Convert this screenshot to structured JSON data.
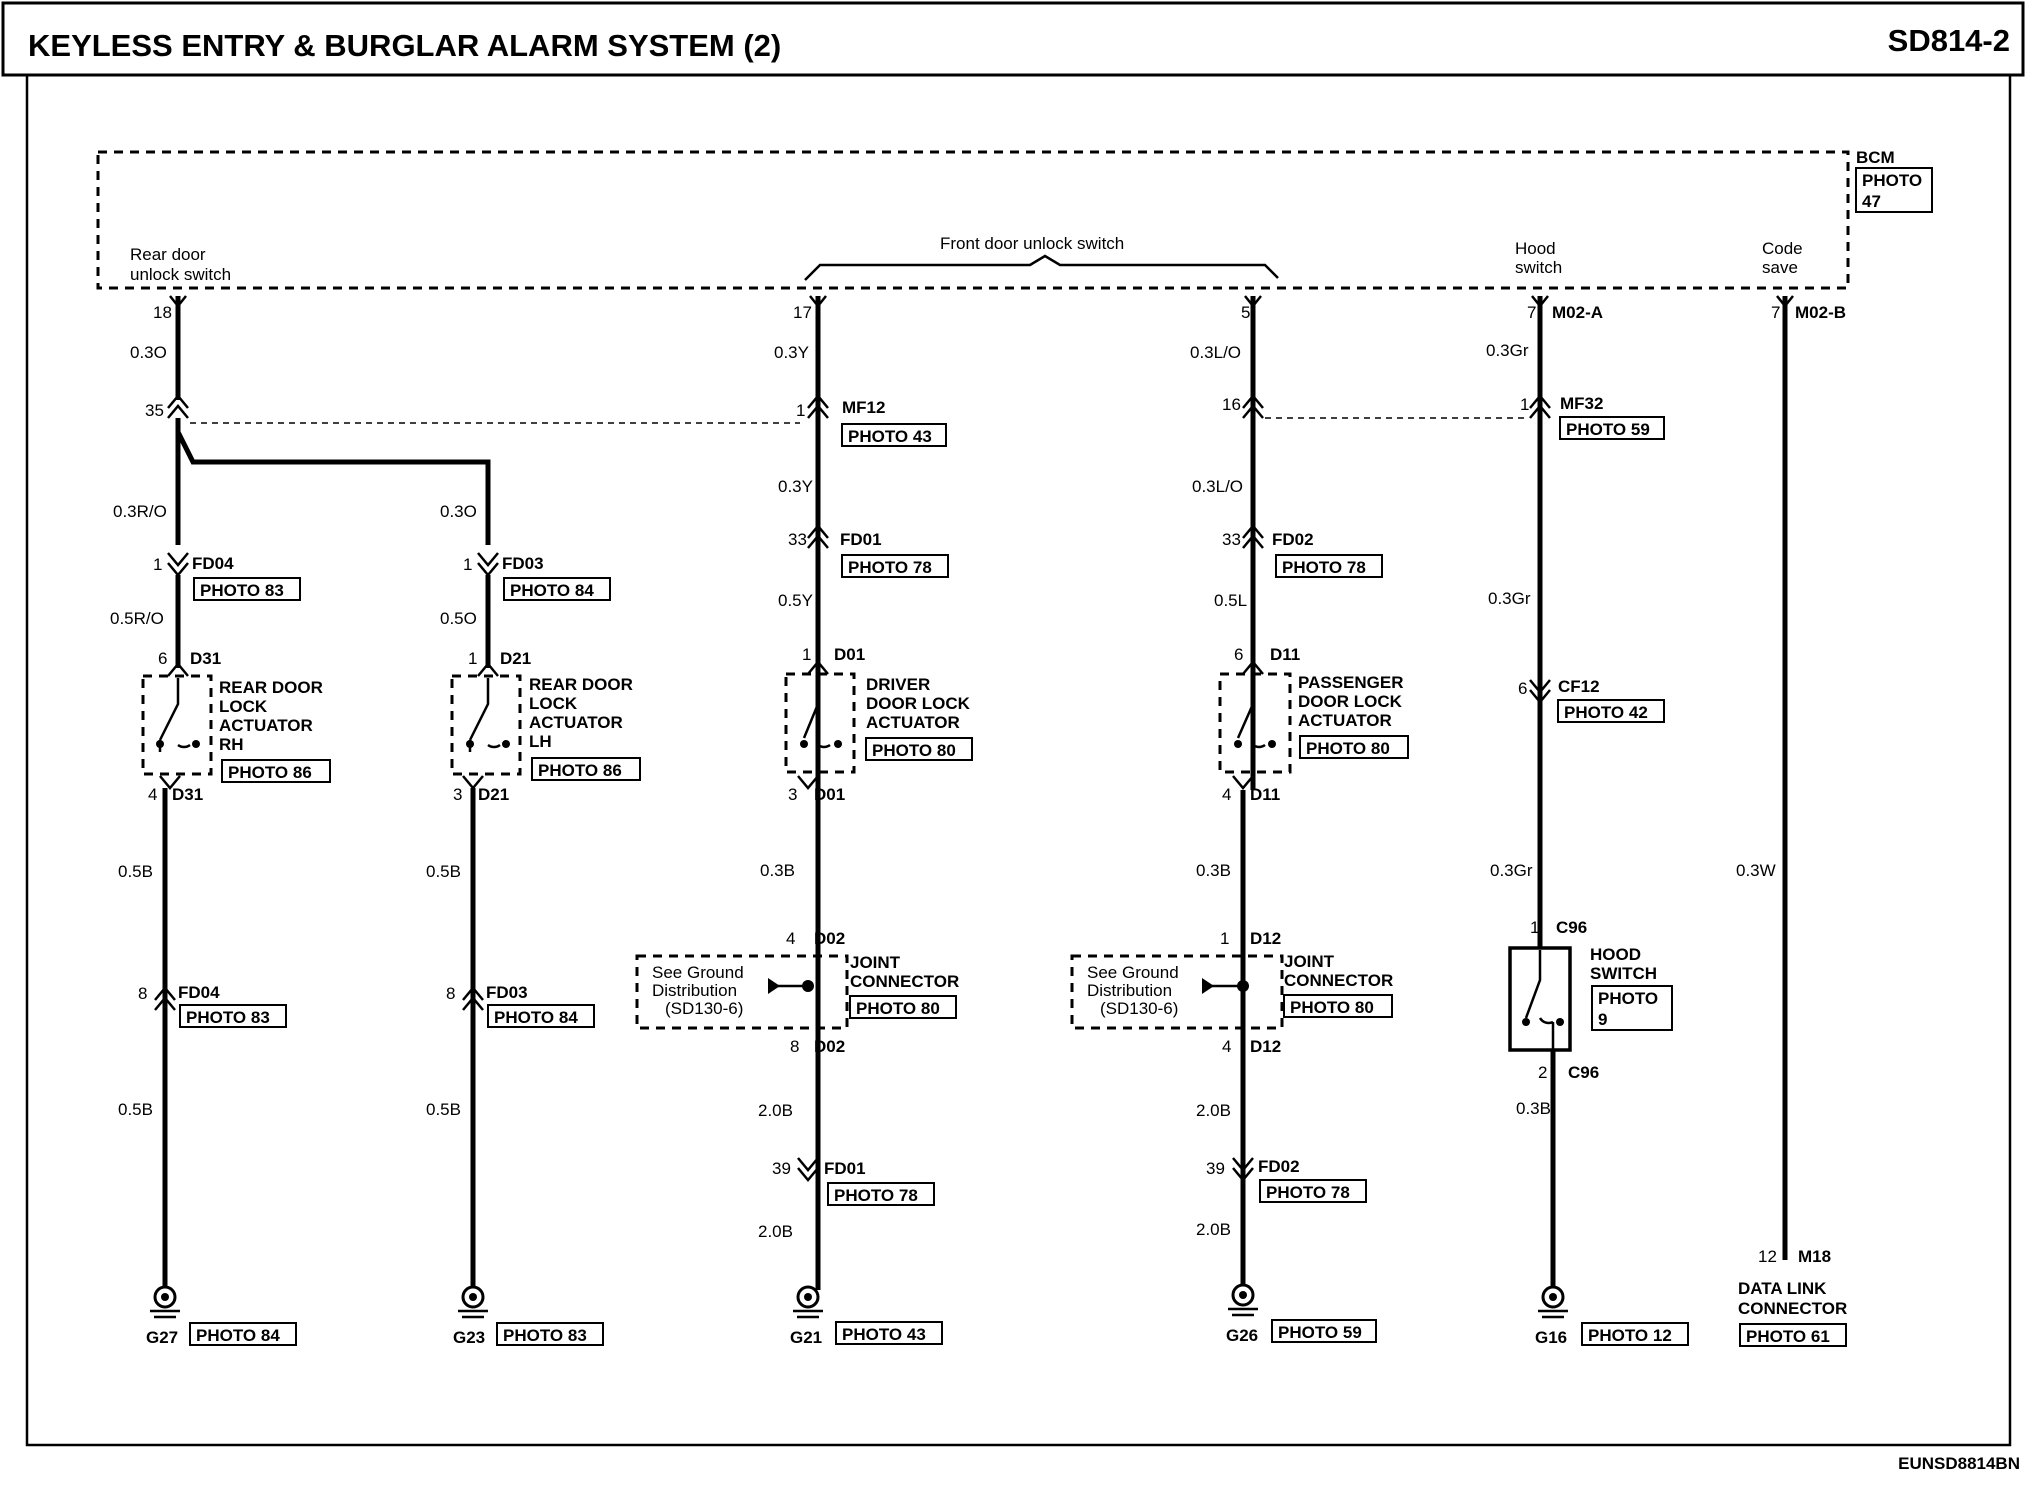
{
  "header": {
    "title": "KEYLESS ENTRY & BURGLAR ALARM SYSTEM (2)",
    "page_code": "SD814-2"
  },
  "footer_code": "EUNSD8814BN",
  "bcm": {
    "name": "BCM",
    "photo": "PHOTO 47"
  },
  "bcm_inputs": {
    "rear_door_unlock": "Rear door unlock switch",
    "front_door_unlock": "Front door unlock switch",
    "hood_switch": "Hood switch",
    "code_save": "Code save"
  },
  "pins": [
    "18",
    "17",
    "5",
    "7",
    "7"
  ],
  "connectors_top": [
    "M02-A",
    "M02-B"
  ],
  "labels": {
    "wire": [
      "0.3O",
      "0.3Y",
      "0.3L/O",
      "0.3Gr",
      "0.3R/O",
      "0.3O",
      "0.3Y",
      "0.3L/O",
      "0.5R/O",
      "0.5O",
      "0.5Y",
      "0.5L",
      "0.3Gr",
      "0.5B",
      "0.5B",
      "0.3B",
      "0.3B",
      "0.3Gr",
      "0.3W",
      "0.5B",
      "0.5B",
      "2.0B",
      "2.0B",
      "0.3B",
      "2.0B",
      "2.0B"
    ],
    "pin_nums": [
      "35",
      "1",
      "16",
      "1",
      "1",
      "1",
      "33",
      "33",
      "6",
      "1",
      "1",
      "6",
      "6",
      "4",
      "3",
      "3",
      "4",
      "4",
      "1",
      "1",
      "8",
      "8",
      "8",
      "4",
      "2",
      "39",
      "39",
      "12"
    ],
    "conn_ids": [
      "MF12",
      "MF32",
      "FD04",
      "FD03",
      "FD01",
      "FD02",
      "D31",
      "D21",
      "D01",
      "D11",
      "CF12",
      "D31",
      "D21",
      "D01",
      "D11",
      "D02",
      "D12",
      "C96",
      "FD04",
      "FD03",
      "D02",
      "D12",
      "C96",
      "FD01",
      "FD02",
      "M18"
    ],
    "photos": [
      "PHOTO 43",
      "PHOTO 59",
      "PHOTO 83",
      "PHOTO 84",
      "PHOTO 78",
      "PHOTO 78",
      "PHOTO 86",
      "PHOTO 86",
      "PHOTO 80",
      "PHOTO 80",
      "PHOTO 42",
      "PHOTO 80",
      "PHOTO 80",
      "PHOTO 83",
      "PHOTO 84",
      "PHOTO 78",
      "PHOTO 78",
      "PHOTO 84",
      "PHOTO 83",
      "PHOTO 43",
      "PHOTO 59",
      "PHOTO 12",
      "PHOTO 61"
    ],
    "grounds": [
      "G27",
      "G23",
      "G21",
      "G26",
      "G16"
    ]
  },
  "components": {
    "rear_rh": [
      "REAR DOOR",
      "LOCK",
      "ACTUATOR",
      "RH"
    ],
    "rear_lh": [
      "REAR DOOR",
      "LOCK",
      "ACTUATOR",
      "LH"
    ],
    "driver": [
      "DRIVER",
      "DOOR LOCK",
      "ACTUATOR"
    ],
    "passenger": [
      "PASSENGER",
      "DOOR LOCK",
      "ACTUATOR"
    ],
    "joint": [
      "JOINT",
      "CONNECTOR"
    ],
    "ground_ref": [
      "See Ground",
      "Distribution",
      "(SD130-6)"
    ],
    "hood": [
      "HOOD",
      "SWITCH"
    ],
    "hood_photo": [
      "PHOTO",
      "9"
    ],
    "dlc": [
      "DATA LINK",
      "CONNECTOR"
    ]
  }
}
